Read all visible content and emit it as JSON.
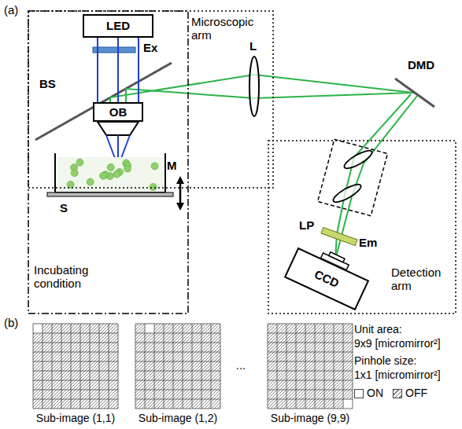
{
  "diagram": {
    "nodes": [
      {
        "text": [
          "Incubating condition"
        ]
      },
      {
        "text": [
          "Microscopic arm"
        ]
      },
      {
        "text": [
          "Detection arm"
        ]
      },
      {
        "text": [
          "LED"
        ],
        "in": 1
      },
      {
        "text": [
          "OB"
        ],
        "in": 1
      },
      {
        "text": [
          "CCD"
        ],
        "in": 2
      }
    ],
    "edges": [
      {
        "from": 3,
        "to": 4,
        "arrow": "none"
      }
    ],
    "labels": [
      "(a)",
      "Ex",
      "BS",
      "L",
      "DMD",
      "LP",
      "Em",
      "M",
      "S",
      "(b)",
      "Sub-image (1,1)",
      "Sub-image (1,2)",
      "...",
      "Sub-image (9,9)",
      "Unit area:",
      "9x9 [micromirror²]",
      "Pinhole size:",
      "1x1 [micromirror²]"
    ],
    "legend": [
      {
        "text": "ON",
        "color": "#ffffff"
      },
      {
        "text": "OFF"
      }
    ]
  }
}
